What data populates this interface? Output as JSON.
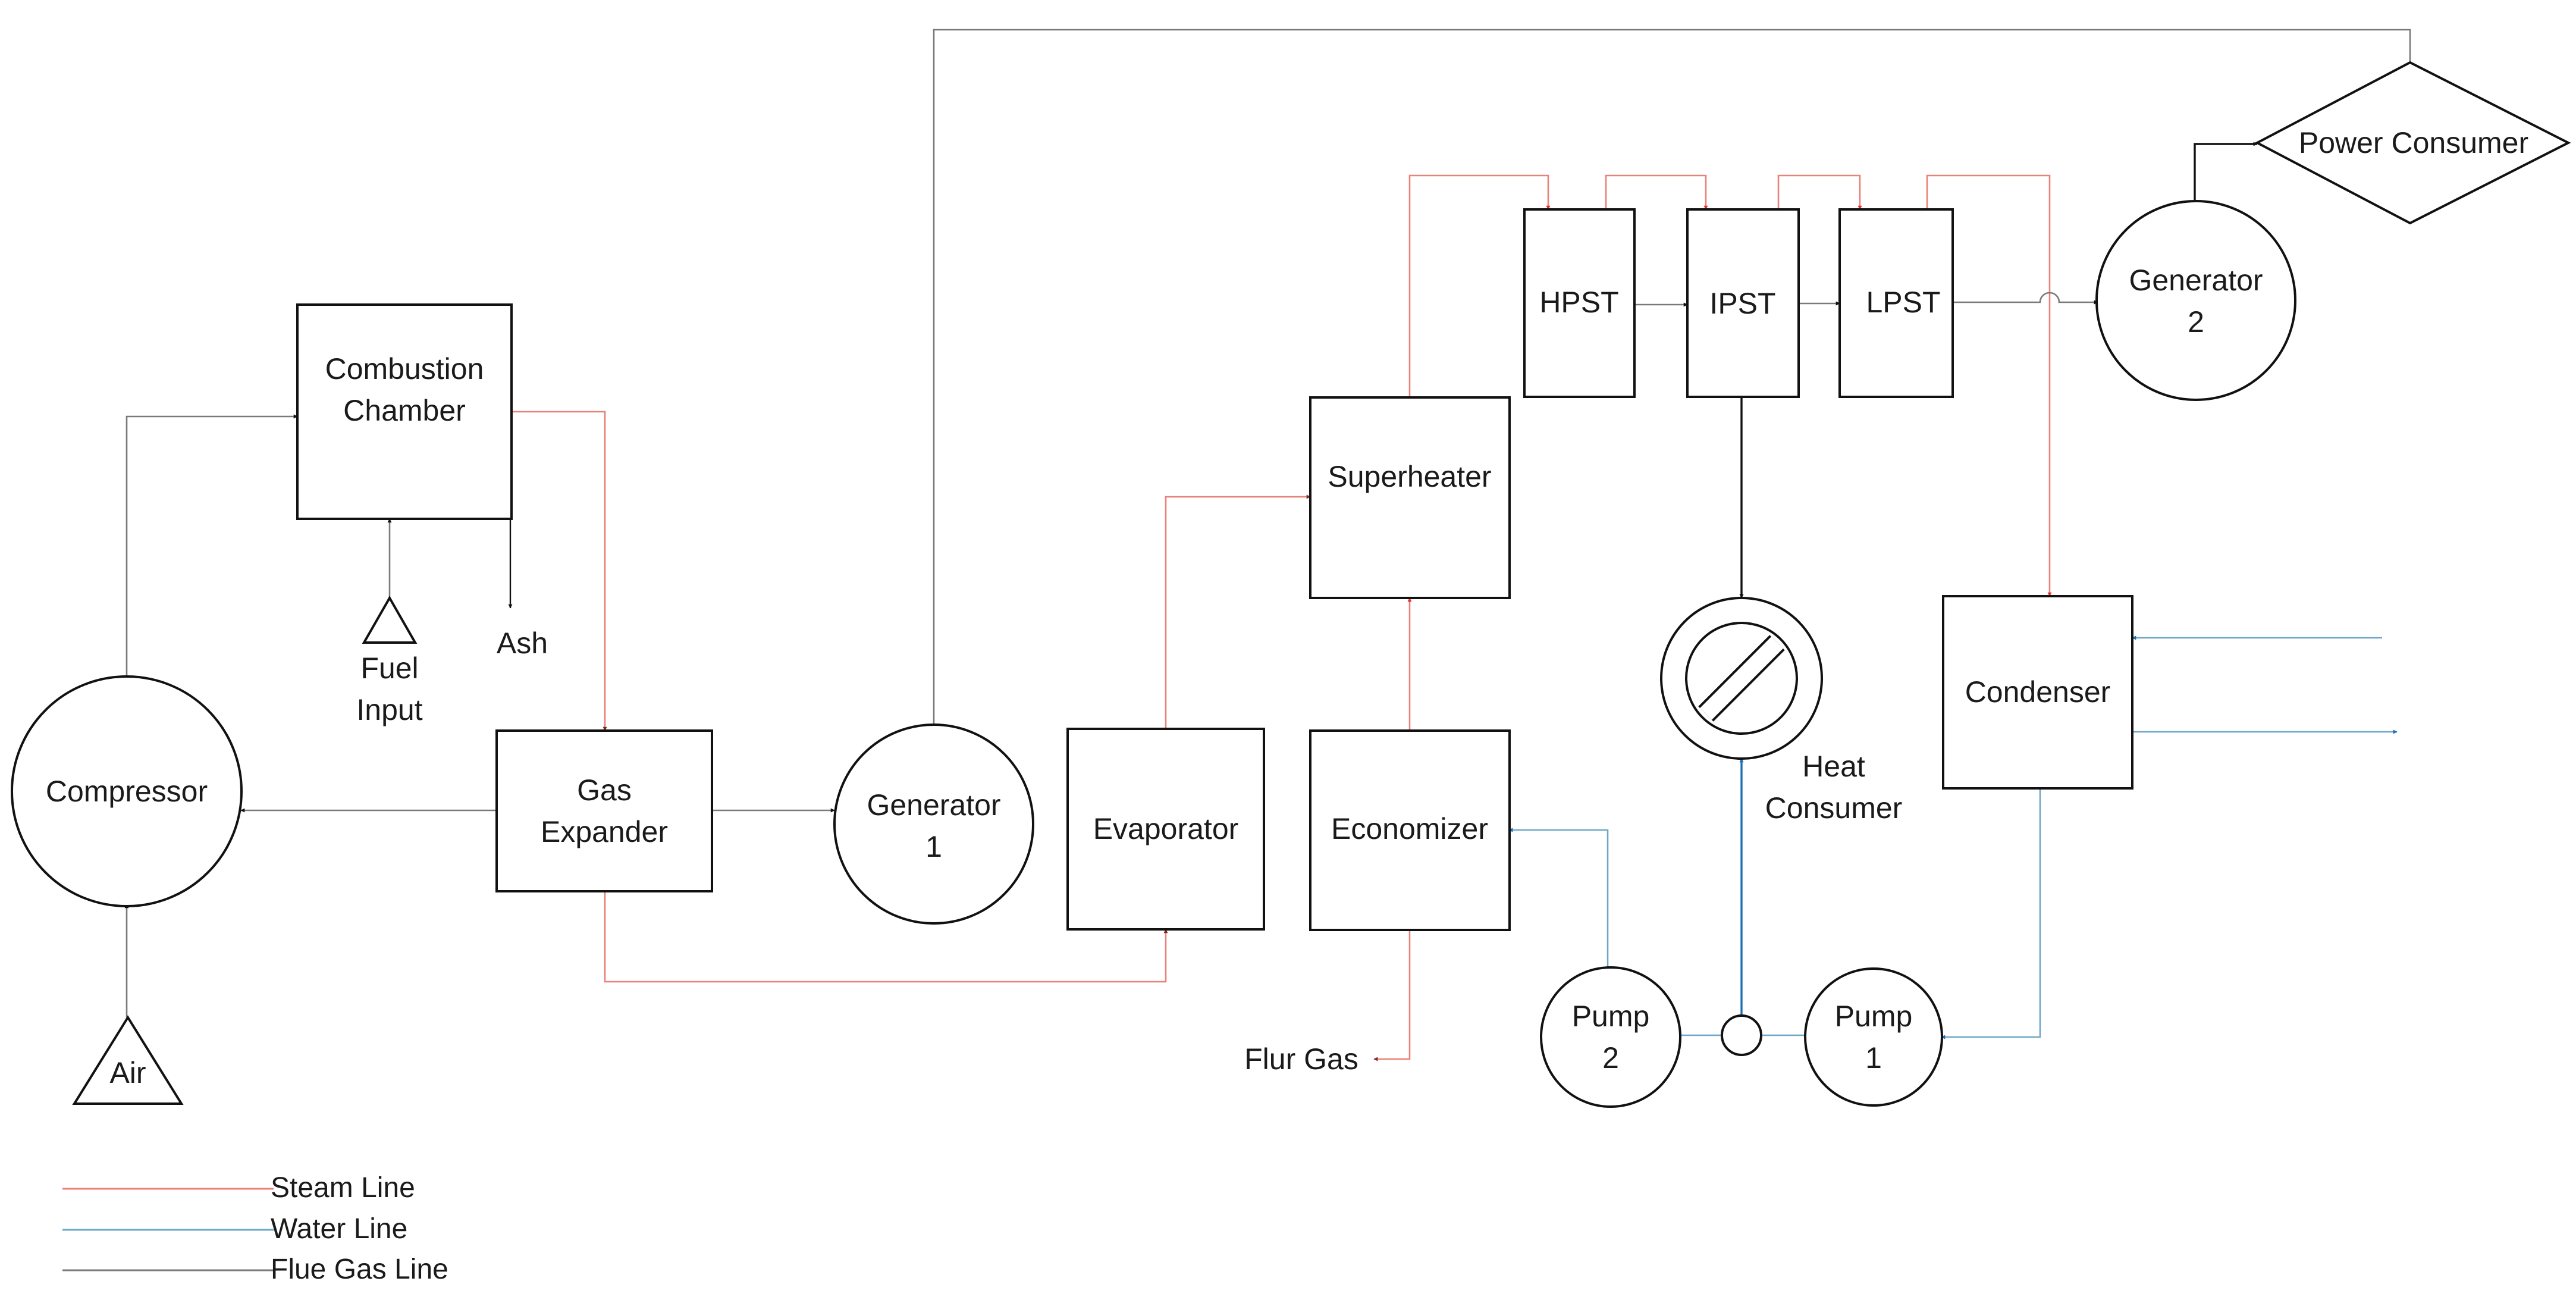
{
  "colors": {
    "steam_line": "#e8827a",
    "water_line": "#6fa7c8",
    "flue_gas_line": "#7a7a7a",
    "steam_arrow": "#e03030",
    "flue_arrow": "#7b2c20",
    "water_arrow": "#1f6fb0"
  },
  "nodes": {
    "compressor": "Compressor",
    "air": "Air",
    "combustion_l1": "Combustion",
    "combustion_l2": "Chamber",
    "fuel_l1": "Fuel",
    "fuel_l2": "Input",
    "ash": "Ash",
    "expander_l1": "Gas",
    "expander_l2": "Expander",
    "gen1_l1": "Generator",
    "gen1_l2": "1",
    "evaporator": "Evaporator",
    "superheater": "Superheater",
    "economizer": "Economizer",
    "flur_gas": "Flur Gas",
    "hpst": "HPST",
    "ipst": "IPST",
    "lpst": "LPST",
    "gen2_l1": "Generator",
    "gen2_l2": "2",
    "power_consumer": "Power Consumer",
    "heat_l1": "Heat",
    "heat_l2": "Consumer",
    "condenser": "Condenser",
    "pump1_l1": "Pump",
    "pump1_l2": "1",
    "pump2_l1": "Pump",
    "pump2_l2": "2"
  },
  "legend": {
    "steam": "Steam Line",
    "water": "Water Line",
    "flue_gas": "Flue Gas Line"
  }
}
